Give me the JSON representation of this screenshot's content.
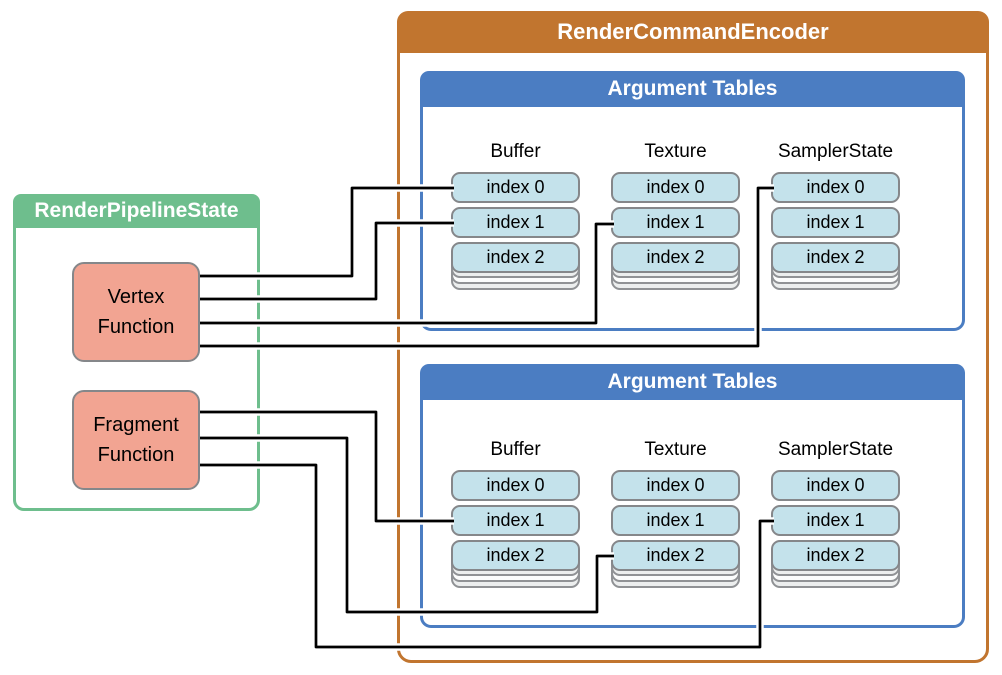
{
  "pipeline": {
    "title": "RenderPipelineState",
    "functions": [
      {
        "id": "vertex-function",
        "label": "Vertex Function"
      },
      {
        "id": "fragment-function",
        "label": "Fragment Function"
      }
    ]
  },
  "encoder": {
    "title": "RenderCommandEncoder",
    "tables": [
      {
        "title": "Argument Tables",
        "columns": [
          {
            "header": "Buffer",
            "cells": [
              "index 0",
              "index 1",
              "index 2"
            ]
          },
          {
            "header": "Texture",
            "cells": [
              "index 0",
              "index 1",
              "index 2"
            ]
          },
          {
            "header": "SamplerState",
            "cells": [
              "index 0",
              "index 1",
              "index 2"
            ]
          }
        ]
      },
      {
        "title": "Argument Tables",
        "columns": [
          {
            "header": "Buffer",
            "cells": [
              "index 0",
              "index 1",
              "index 2"
            ]
          },
          {
            "header": "Texture",
            "cells": [
              "index 0",
              "index 1",
              "index 2"
            ]
          },
          {
            "header": "SamplerState",
            "cells": [
              "index 0",
              "index 1",
              "index 2"
            ]
          }
        ]
      }
    ]
  },
  "connections": [
    {
      "from": "Vertex Function",
      "to_table": 1,
      "to_column": "Buffer",
      "to_cell": "index 0"
    },
    {
      "from": "Vertex Function",
      "to_table": 1,
      "to_column": "Buffer",
      "to_cell": "index 1"
    },
    {
      "from": "Vertex Function",
      "to_table": 1,
      "to_column": "Texture",
      "to_cell": "index 1"
    },
    {
      "from": "Vertex Function",
      "to_table": 1,
      "to_column": "SamplerState",
      "to_cell": "index 0"
    },
    {
      "from": "Fragment Function",
      "to_table": 2,
      "to_column": "Buffer",
      "to_cell": "index 1"
    },
    {
      "from": "Fragment Function",
      "to_table": 2,
      "to_column": "Texture",
      "to_cell": "index 2"
    },
    {
      "from": "Fragment Function",
      "to_table": 2,
      "to_column": "SamplerState",
      "to_cell": "index 1"
    }
  ],
  "colors": {
    "encoder_header": "#C1752F",
    "table_header": "#4B7DC2",
    "pipeline_header": "#6EBE8D",
    "cell_fill": "#C4E2EB",
    "function_fill": "#F2A492",
    "cell_border": "#85878A",
    "connector": "#000000"
  }
}
